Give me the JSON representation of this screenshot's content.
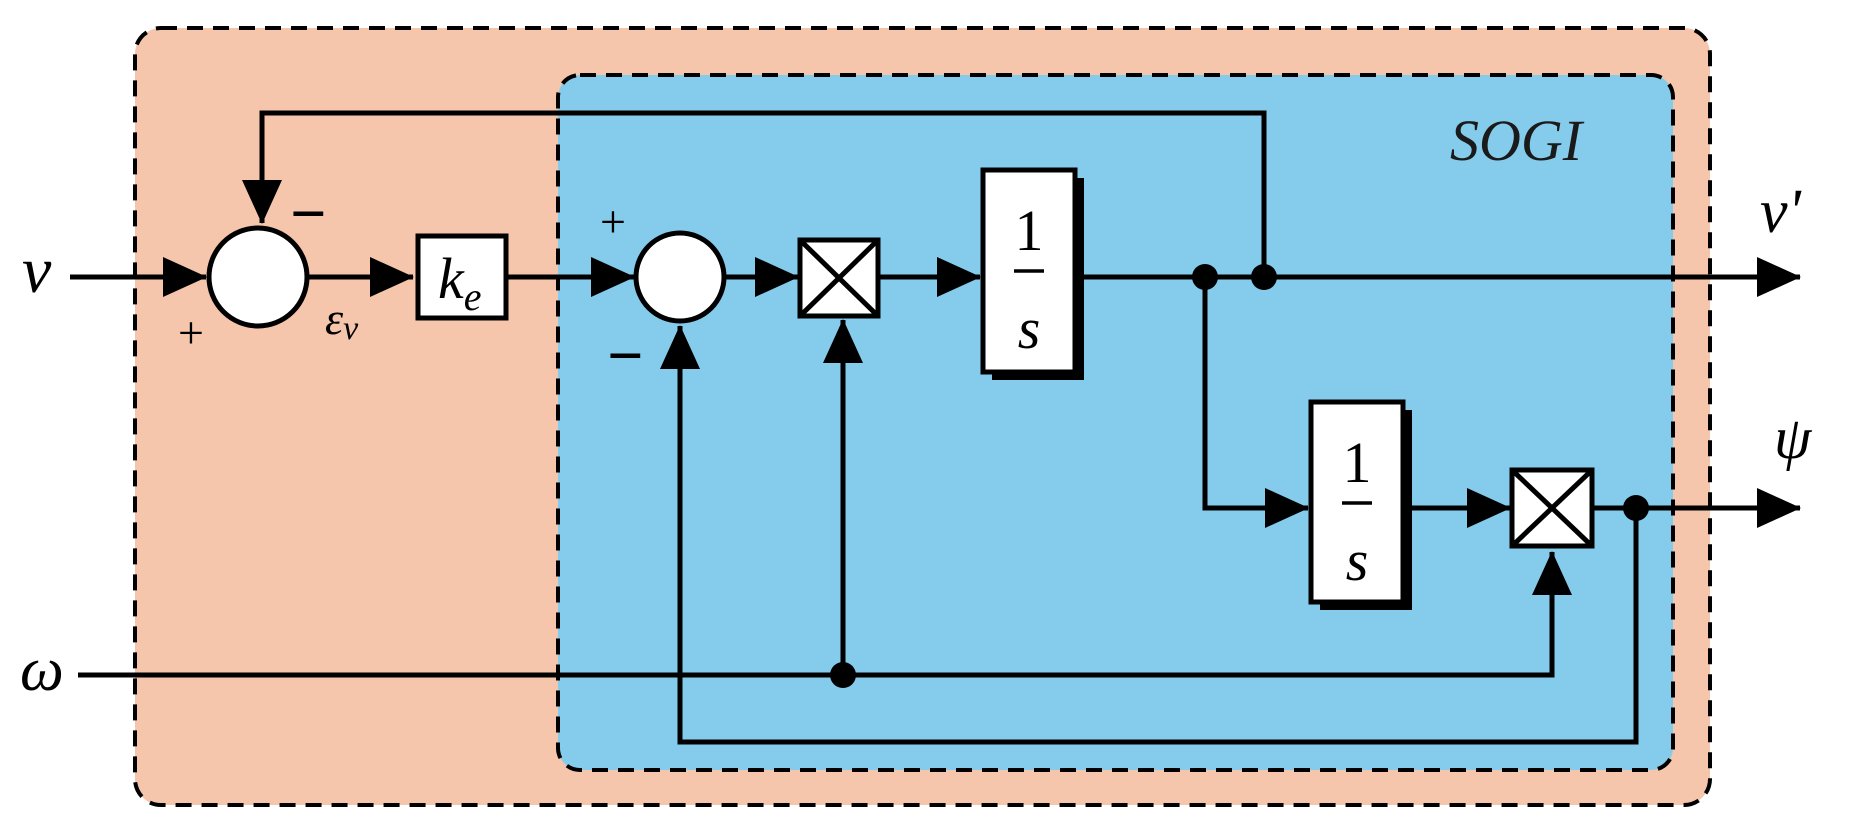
{
  "diagram": {
    "colors": {
      "outer_fill": "#F5C6AC",
      "inner_fill": "#85CBEB",
      "line": "#000000",
      "block_fill": "#FFFFFF",
      "sogi_text": "#1A1A1A"
    },
    "block_title": "SOGI",
    "signals": {
      "input_v": "v",
      "input_omega": "ω",
      "output_v_prime": "v'",
      "output_psi": "ψ",
      "error_main": "ε",
      "error_sub": "v"
    },
    "gain": {
      "main": "k",
      "sub": "e"
    },
    "integrator": {
      "numerator": "1",
      "denominator": "s"
    },
    "signs": {
      "sum1_input": "+",
      "sum1_feedback": "−",
      "sum2_input": "+",
      "sum2_feedback": "−"
    },
    "icons": [
      "summing-junction-icon",
      "multiplier-icon",
      "arrowhead-icon",
      "junction-dot-icon"
    ]
  }
}
